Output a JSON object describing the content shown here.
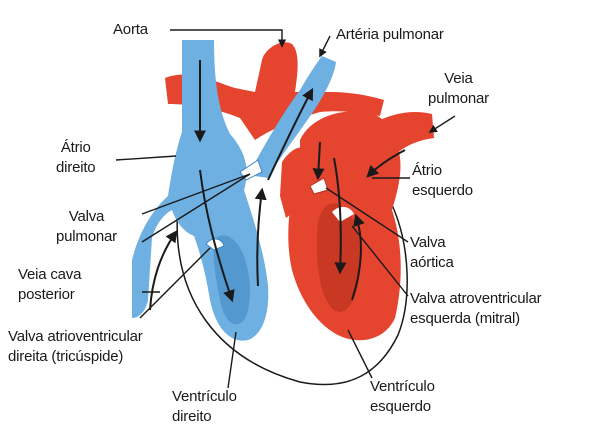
{
  "diagram": {
    "labels": {
      "aorta": "Aorta",
      "arteria_pulmonar": "Artéria pulmonar",
      "veia_pulmonar": [
        "Veia",
        "pulmonar"
      ],
      "atrio_direito": [
        "Átrio",
        "direito"
      ],
      "atrio_esquerdo": [
        "Átrio",
        "esquerdo"
      ],
      "valva_pulmonar": [
        "Valva",
        "pulmonar"
      ],
      "valva_aortica": [
        "Valva",
        "aórtica"
      ],
      "veia_cava_posterior": [
        "Veia cava",
        "posterior"
      ],
      "valva_atrioventricular_direita": [
        "Valva atrioventricular",
        "direita (tricúspide)"
      ],
      "valva_atrioventricular_esquerda": [
        "Valva atroventricular",
        "esquerda (mitral)"
      ],
      "ventriculo_direito": [
        "Ventrículo",
        "direito"
      ],
      "ventriculo_esquerdo": [
        "Ventrículo",
        "esquerdo"
      ]
    },
    "colors": {
      "venous_blue": "#6eb0e2",
      "venous_blue_dark": "#3f86c4",
      "arterial_red": "#e5452f",
      "arterial_red_dark": "#b8301f",
      "line": "#1a1a1a",
      "background": "#ffffff"
    }
  }
}
